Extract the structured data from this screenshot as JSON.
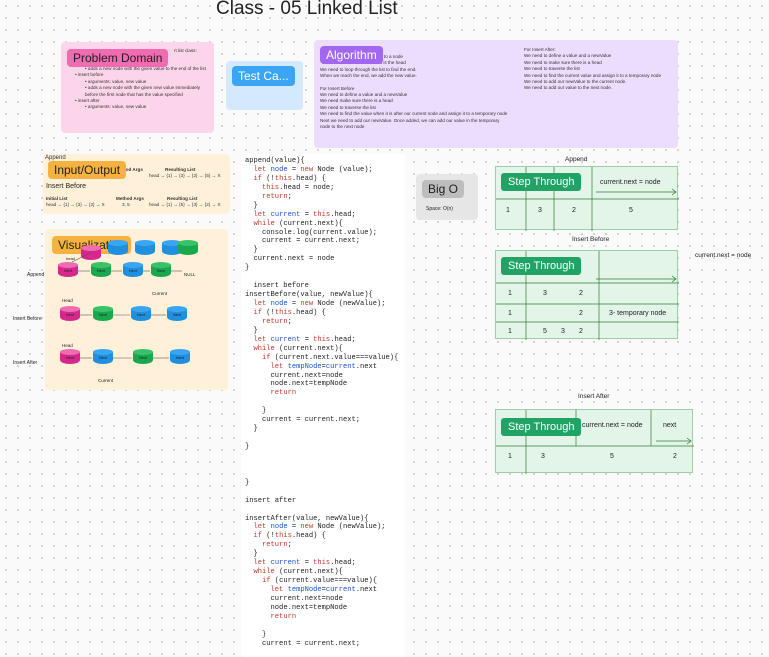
{
  "page": {
    "title": "Class - 05 Linked List"
  },
  "problem_domain": {
    "tag": "Problem Domain",
    "lines": [
      "rt list class:",
      "adds a new node with the given value to the end of the list",
      "insert before",
      "arguments: value, new value",
      "adds a new node with the given new value immediately before the first node that has the value specified",
      "insert after",
      "arguments: value, new value"
    ]
  },
  "test_case": {
    "tag": "Test Ca..."
  },
  "algorithm": {
    "tag": "Algorithm",
    "left_lines": [
      "e to a node",
      "ll is the head",
      "We need to loop through the list to find the end.",
      "When we reach the end, we add the new value.",
      "",
      "For Insert Before",
      "We need to define a value and a newValue",
      "We need make sure there is a head",
      "We need to traverse the list",
      "We need to find the value when it is after our current node and assign it to a temporary node",
      "Next we need to add our newValue. Once added, we can add our value in the temporary node to the next node"
    ],
    "right_lines": [
      "For Insert After:",
      "We need to define a value and a newValue",
      "We need to make sure there is a head",
      "We need to traverse the list",
      "We need to find the current value and assign it to a temporary node",
      "We need to add our newValue to the current node.",
      "We need to add our value to the next node."
    ]
  },
  "input_output": {
    "tag": "Input/Output",
    "append_word": "Append",
    "head_word": "head",
    "method_args": "Method Args",
    "resulting_list": "Resulting List",
    "row1_result": "head → {1} → {3} → {2} → {5} → X",
    "insert_before": "Insert Before",
    "initial_list": "Initial List",
    "method_args2": "Method Args",
    "resulting_list2": "Resulting List",
    "row2_initial": "head → {1} → {3} → {2} → X",
    "row2_args": "3, 5",
    "row2_result": "head → {1} → {5} → {3} → {2} → X"
  },
  "visualization": {
    "tag": "Visualization",
    "append": "Append",
    "insert_before": "Insert Before",
    "insert_after": "Insert After",
    "head": "Head",
    "current": "Current",
    "null": "NULL",
    "next": "Next"
  },
  "code": {
    "lines_top": [
      "append(value){",
      "  let node = new Node (value);",
      "  if (!this.head) {",
      "    this.head = node;",
      "    return;",
      "  }",
      "  let current = this.head;",
      "  while (current.next){",
      "    console.log(current.value);",
      "    current = current.next;",
      "  }",
      "  current.next = node",
      "}",
      "",
      "  insert before",
      "insertBefore(value, newValue){",
      "  let node = new Node (newValue);",
      "  if (!this.head) {",
      "    return;",
      "  }",
      "  let current = this.head;",
      "  while (current.next){",
      "    if (current.next.value===value){",
      "      let tempNode=current.next",
      "      current.next=node",
      "      node.next=tempNode",
      "      return",
      "",
      "    }",
      "    current = current.next;",
      "  }",
      "",
      "}",
      "",
      "",
      "",
      "}",
      "",
      "insert after",
      "",
      "insertAfter(value, newValue){",
      "  let node = new Node (newValue);",
      "  if (!this.head) {",
      "    return;",
      "  }",
      "  let current = this.head;",
      "  while (current.next){",
      "    if (current.value===value){",
      "      let tempNode=current.next",
      "      current.next=node",
      "      node.next=tempNode",
      "      return",
      "",
      "    }",
      "    current = current.next;"
    ]
  },
  "big_o": {
    "tag": "Big O",
    "space": "Space: O(n)"
  },
  "append_table": {
    "title": "Append",
    "button": "Step Through",
    "header": "current.next = node",
    "row": [
      "1",
      "3",
      "2",
      "5"
    ]
  },
  "insert_before_table": {
    "title": "Insert Before",
    "button": "Step Through",
    "side_note": "current.next = node",
    "rows": [
      [
        "1",
        "3",
        "2",
        ""
      ],
      [
        "1",
        "",
        "2",
        "3- temporary node"
      ],
      [
        "1",
        "5",
        "3",
        "2"
      ]
    ]
  },
  "insert_after_table": {
    "title": "Insert After",
    "button": "Step Through",
    "header1": "current.next = node",
    "header2": "next",
    "row": [
      "1",
      "3",
      "5",
      "2"
    ]
  },
  "colors": {
    "pink_card": "#fdd5ea",
    "pink_tag": "#f06bb0",
    "purple_card": "#ecdcfd",
    "purple_tag": "#a267f0",
    "blue_card": "#d4eafc",
    "blue_tag": "#3aa6f3",
    "orange_card": "#fff1d9",
    "orange_tag": "#f6b240",
    "gray_card": "#e6e6e6",
    "green_table": "#e3f5e8",
    "green_button": "#21a366"
  }
}
